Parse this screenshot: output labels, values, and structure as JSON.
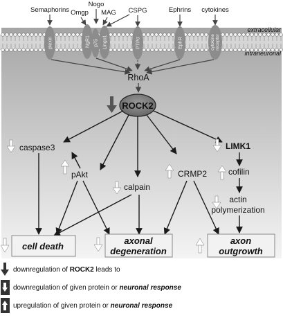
{
  "ligands": [
    "Semaphorins",
    "Omgp",
    "Nogo",
    "MAG",
    "CSPG",
    "Ephrins",
    "cytokines"
  ],
  "membrane": {
    "outer_label": "extracellular",
    "inner_label": "intraneuronal"
  },
  "receptors": [
    "plexin",
    "NgR1",
    "p75",
    "Lingo1",
    "PTPσ",
    "EphR",
    "cytokine receptor"
  ],
  "nodes": {
    "rhoa": "RhoA",
    "rock2": "ROCK2",
    "caspase3": "caspase3",
    "pakt": "pAkt",
    "calpain": "calpain",
    "crmp2": "CRMP2",
    "limk1": "LIMK1",
    "cofilin": "cofilin",
    "actin_line1": "actin",
    "actin_line2": "polymerization"
  },
  "outcomes": {
    "cell_death": "cell death",
    "axonal_line1": "axonal",
    "axonal_line2": "degeneration",
    "axon_line1": "axon",
    "axon_line2": "outgrowth"
  },
  "legend": {
    "item1_text": "downregulation of ",
    "item1_bold": "ROCK2",
    "item1_tail": " leads to",
    "item2_text": "downregulation of given protein or ",
    "item2_em": "neuronal response",
    "item3_text": "upregulation of given protein or ",
    "item3_em": "neuronal response"
  },
  "colors": {
    "panel_top": "#a8a8a8",
    "panel_bottom": "#f2f2f2",
    "receptor": "#8c8c8c",
    "rock2_fill": "#777777",
    "arrow": "#1a1a1a"
  }
}
